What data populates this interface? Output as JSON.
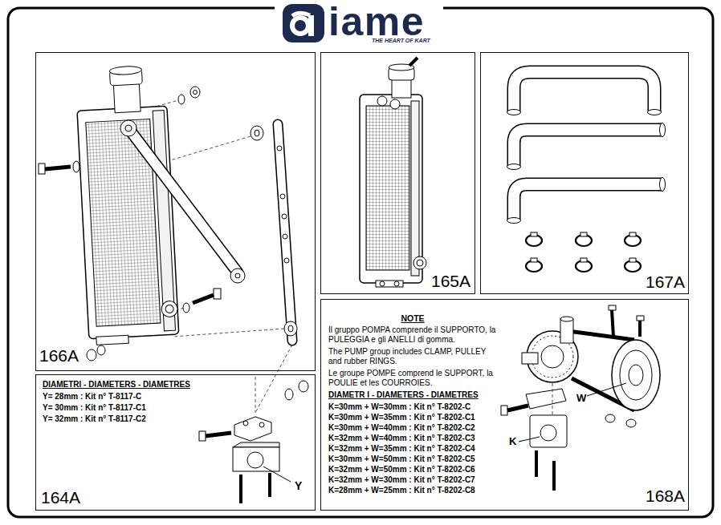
{
  "diagram": {
    "nodes": [
      {
        "text": [
          "166A"
        ]
      },
      {
        "text": [
          "165A"
        ]
      },
      {
        "text": [
          "167A"
        ]
      },
      {
        "text": [
          "DIAMETRI - DIAMETERS - DIAMETRES",
          "Y= 28mm : Kit n° T-8117-C",
          "Y= 30mm : Kit n° T-8117-C1",
          "Y= 32mm : Kit n° T-8117-C2",
          "Y",
          "164A"
        ]
      },
      {
        "text": [
          "NOTE",
          "Il gruppo POMPA comprende il SUPPORTO, la PULEGGIA e gli ANELLI di gomma.",
          "The PUMP group includes CLAMP, PULLEY and rubber RINGS.",
          "Le groupe POMPE comprend le SUPPORT, la POULIE et les COURROIES.",
          "DIAMETR I - DIAMETERS - DIAMETRES",
          "K=30mm + W=30mm : Kit n° T-8202-C",
          "K=30mm + W=35mm : Kit n° T-8202-C1",
          "K=30mm + W=40mm : Kit n° T-8202-C2",
          "K=32mm + W=40mm : Kit n° T-8202-C3",
          "K=32mm + W=35mm : Kit n° T-8202-C4",
          "K=30mm + W=50mm : Kit n° T-8202-C5",
          "K=32mm + W=50mm : Kit n° T-8202-C6",
          "K=32mm + W=30mm : Kit n° T-8202-C7",
          "K=28mm + W=25mm : Kit n° T-8202-C8",
          "W",
          "K",
          "168A"
        ]
      }
    ],
    "labels": [
      "iame",
      "THE HEART OF KART"
    ]
  }
}
